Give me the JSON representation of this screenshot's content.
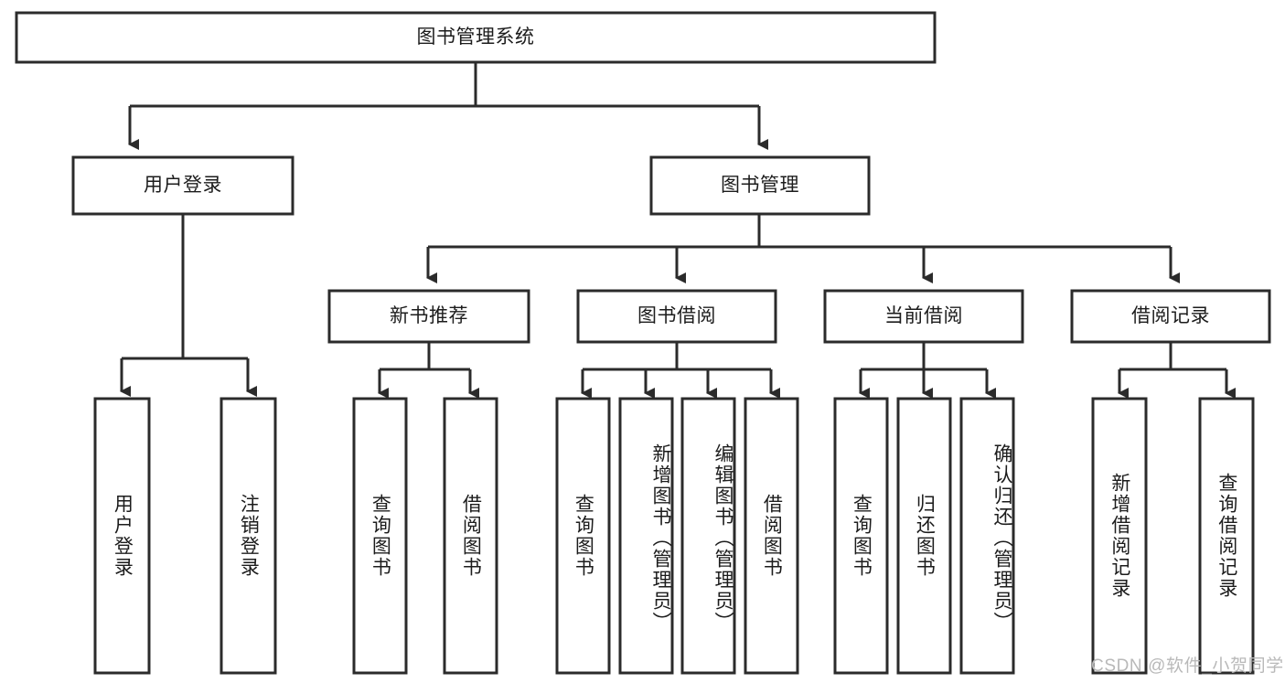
{
  "diagram": {
    "title": "图书管理系统",
    "watermark": "CSDN @软件_小贺同学",
    "style": {
      "box_stroke": "#2b2b2b",
      "box_fill": "#ffffff",
      "line_color": "#2b2b2b",
      "text_color": "#1c1c1c",
      "watermark_color": "#b9b9b9",
      "background": "#ffffff"
    },
    "levels": {
      "root": {
        "label": "图书管理系统"
      },
      "level2": [
        {
          "label": "用户登录"
        },
        {
          "label": "图书管理"
        }
      ],
      "level3": [
        {
          "label": "新书推荐"
        },
        {
          "label": "图书借阅"
        },
        {
          "label": "当前借阅"
        },
        {
          "label": "借阅记录"
        }
      ],
      "leaves": [
        {
          "label": "用户登录",
          "parent": "用户登录"
        },
        {
          "label": "注销登录",
          "parent": "用户登录"
        },
        {
          "label": "查询图书",
          "parent": "新书推荐"
        },
        {
          "label": "借阅图书",
          "parent": "新书推荐"
        },
        {
          "label": "查询图书",
          "parent": "图书借阅"
        },
        {
          "label": "新增图书（管理员）",
          "parent": "图书借阅"
        },
        {
          "label": "编辑图书（管理员）",
          "parent": "图书借阅"
        },
        {
          "label": "借阅图书",
          "parent": "图书借阅"
        },
        {
          "label": "查询图书",
          "parent": "当前借阅"
        },
        {
          "label": "归还图书",
          "parent": "当前借阅"
        },
        {
          "label": "确认归还（管理员）",
          "parent": "当前借阅"
        },
        {
          "label": "新增借阅记录",
          "parent": "借阅记录"
        },
        {
          "label": "查询借阅记录",
          "parent": "借阅记录"
        }
      ]
    }
  }
}
